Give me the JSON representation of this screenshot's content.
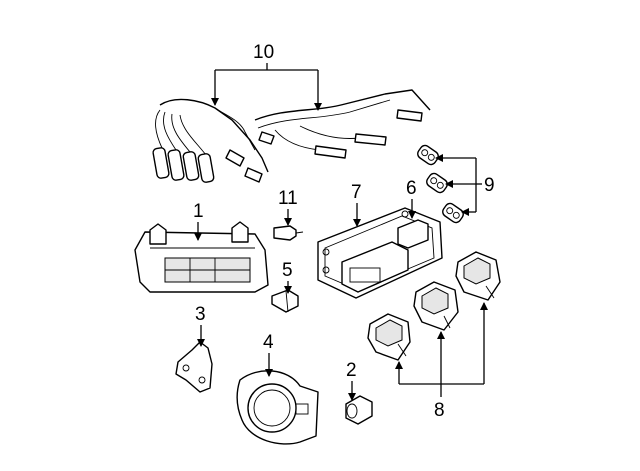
{
  "callouts": [
    {
      "key": "c1",
      "label": "1"
    },
    {
      "key": "c2",
      "label": "2"
    },
    {
      "key": "c3",
      "label": "3"
    },
    {
      "key": "c4",
      "label": "4"
    },
    {
      "key": "c5",
      "label": "5"
    },
    {
      "key": "c6",
      "label": "6"
    },
    {
      "key": "c7",
      "label": "7"
    },
    {
      "key": "c8",
      "label": "8"
    },
    {
      "key": "c9",
      "label": "9"
    },
    {
      "key": "c10",
      "label": "10"
    },
    {
      "key": "c11",
      "label": "11"
    }
  ],
  "labels": {
    "c1": "1",
    "c2": "2",
    "c3": "3",
    "c4": "4",
    "c5": "5",
    "c6": "6",
    "c7": "7",
    "c8": "8",
    "c9": "9",
    "c10": "10",
    "c11": "11"
  }
}
